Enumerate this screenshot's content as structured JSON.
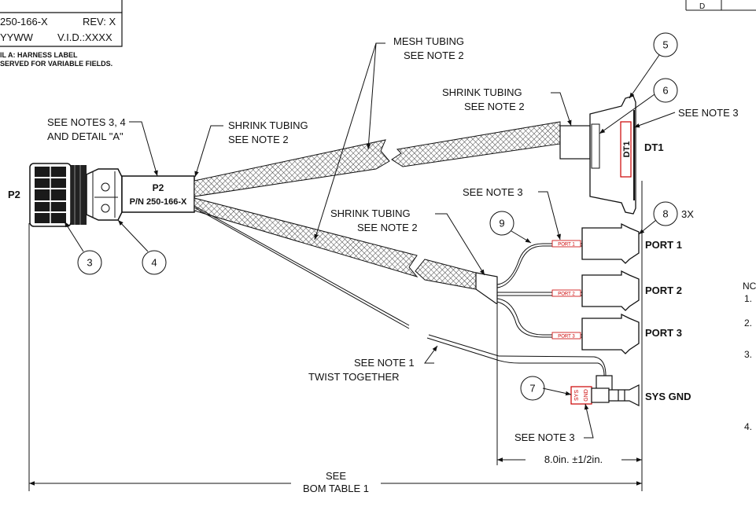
{
  "label_box": {
    "part": "250-166-X",
    "rev": "REV: X",
    "date": "YYWW",
    "vid": "V.I.D.:XXXX",
    "caption_1": "IL A: HARNESS LABEL",
    "caption_2": "SERVED FOR VARIABLE FIELDS."
  },
  "title_block": {
    "cell": "D"
  },
  "notes": {
    "heading": "NC",
    "items": [
      "1.",
      "2.",
      "3.",
      "4."
    ]
  },
  "callouts": {
    "mesh_tubing": "MESH TUBING",
    "mesh_note": "SEE NOTE 2",
    "shrink_top": "SHRINK TUBING",
    "shrink_top_note": "SEE NOTE 2",
    "shrink_p2": "SHRINK TUBING",
    "shrink_p2_note": "SEE NOTE 2",
    "shrink_mid": "SHRINK TUBING",
    "shrink_mid_note": "SEE NOTE 2",
    "notes_34": "SEE NOTES 3, 4",
    "detail_a": "AND DETAIL \"A\"",
    "see_note_3_dt1": "SEE NOTE 3",
    "see_note_3_port": "SEE NOTE 3",
    "see_note_3_gnd": "SEE NOTE 3",
    "twist_note": "SEE NOTE 1",
    "twist": "TWIST TOGETHER",
    "qty_3x": "3X"
  },
  "connectors": {
    "p2_left": "P2",
    "p2_label_title": "P2",
    "p2_label_pn": "P/N 250-166-X",
    "dt1": "DT1",
    "dt1_tag": "DT1",
    "port1": "PORT 1",
    "port2": "PORT 2",
    "port3": "PORT 3",
    "sys_gnd": "SYS GND",
    "tag_port1": "PORT 1",
    "tag_port2": "PORT 2",
    "tag_port3": "PORT 3",
    "tag_sys": "SYS",
    "tag_gnd": "GND"
  },
  "balloons": [
    "3",
    "4",
    "5",
    "6",
    "7",
    "8",
    "9"
  ],
  "dimensions": {
    "tail_length": "8.0in. ±1/2in.",
    "overall_1": "SEE",
    "overall_2": "BOM TABLE 1"
  }
}
